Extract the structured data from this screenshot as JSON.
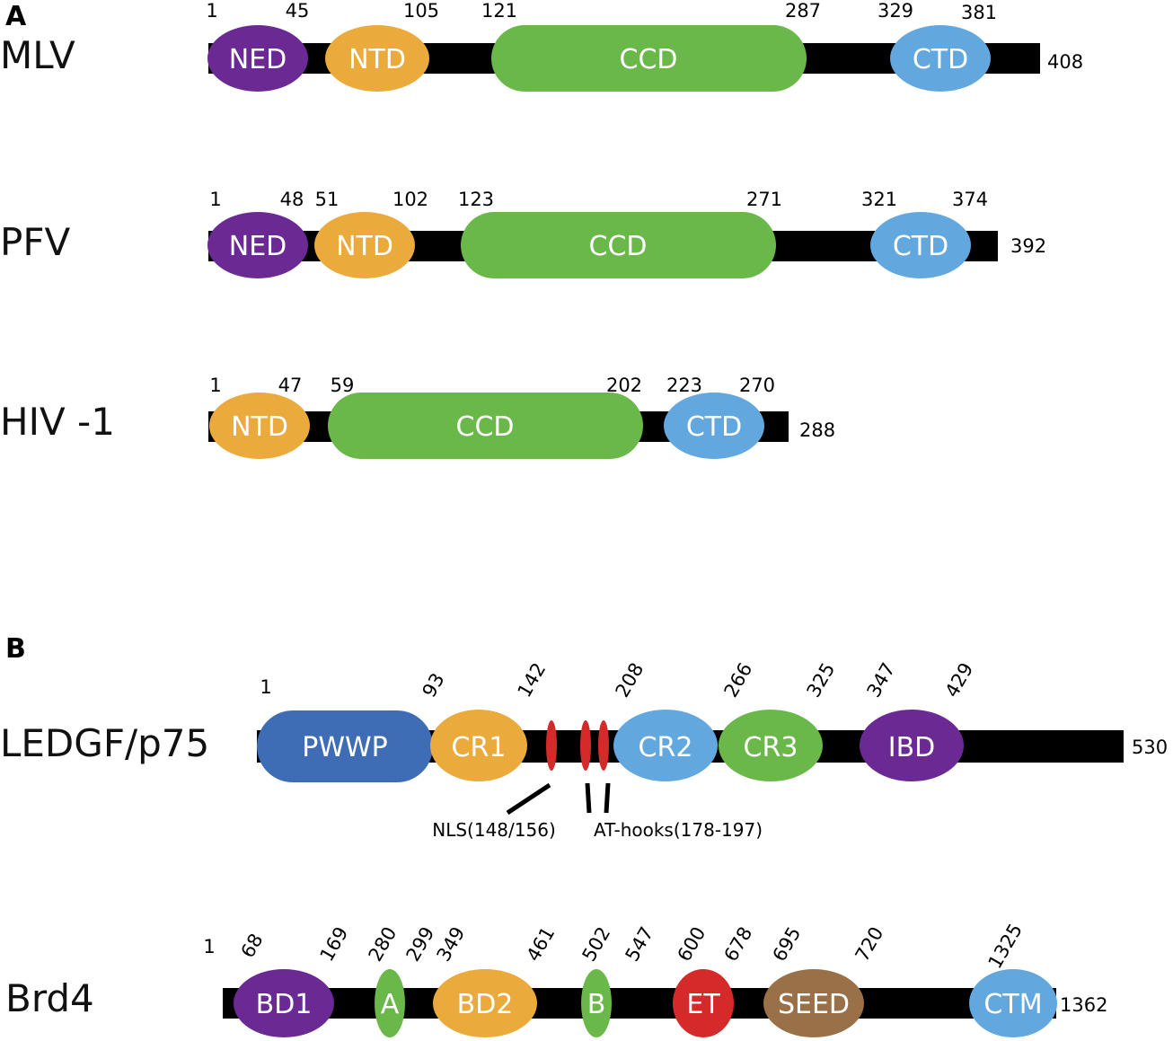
{
  "panels": [
    {
      "label": "A",
      "proteins": [
        {
          "name": "MLV",
          "length": "408",
          "domains": [
            {
              "label": "NED",
              "color": "#6B2A93",
              "start": "1",
              "end": "45"
            },
            {
              "label": "NTD",
              "color": "#EBAA3C",
              "start": "",
              "end": "105"
            },
            {
              "label": "CCD",
              "color": "#6BB84A",
              "start": "121",
              "end": "287"
            },
            {
              "label": "CTD",
              "color": "#62A8DE",
              "start": "329",
              "end": "381"
            }
          ]
        },
        {
          "name": "PFV",
          "length": "392",
          "domains": [
            {
              "label": "NED",
              "color": "#6B2A93",
              "start": "1",
              "end": "48"
            },
            {
              "label": "NTD",
              "color": "#EBAA3C",
              "start": "51",
              "end": "102"
            },
            {
              "label": "CCD",
              "color": "#6BB84A",
              "start": "123",
              "end": "271"
            },
            {
              "label": "CTD",
              "color": "#62A8DE",
              "start": "321",
              "end": "374"
            }
          ]
        },
        {
          "name": "HIV -1",
          "length": "288",
          "domains": [
            {
              "label": "NTD",
              "color": "#EBAA3C",
              "start": "1",
              "end": "47"
            },
            {
              "label": "CCD",
              "color": "#6BB84A",
              "start": "59",
              "end": "202"
            },
            {
              "label": "CTD",
              "color": "#62A8DE",
              "start": "223",
              "end": "270"
            }
          ]
        }
      ]
    },
    {
      "label": "B",
      "proteins": [
        {
          "name": "LEDGF/p75",
          "length": "530",
          "domains": [
            {
              "label": "PWWP",
              "color": "#3E6DB5",
              "start": "1",
              "end": "93"
            },
            {
              "label": "CR1",
              "color": "#EBAA3C",
              "start": "",
              "end": "142"
            },
            {
              "label": "CR2",
              "color": "#62A8DE",
              "start": "208",
              "end": ""
            },
            {
              "label": "CR3",
              "color": "#6BB84A",
              "start": "266",
              "end": "325"
            },
            {
              "label": "IBD",
              "color": "#6B2A93",
              "start": "347",
              "end": "429"
            }
          ],
          "annotations": [
            {
              "label": "NLS(148/156)"
            },
            {
              "label": "AT-hooks(178-197)"
            }
          ]
        },
        {
          "name": "Brd4",
          "length": "1362",
          "domains": [
            {
              "label": "BD1",
              "color": "#6B2A93",
              "start": "68",
              "end": "169"
            },
            {
              "label": "A",
              "color": "#6BB84A",
              "start": "280",
              "end": "299"
            },
            {
              "label": "BD2",
              "color": "#EBAA3C",
              "start": "349",
              "end": "461"
            },
            {
              "label": "B",
              "color": "#6BB84A",
              "start": "502",
              "end": "547"
            },
            {
              "label": "ET",
              "color": "#D42A2A",
              "start": "600",
              "end": "678"
            },
            {
              "label": "SEED",
              "color": "#9A7048",
              "start": "695",
              "end": "720"
            },
            {
              "label": "CTM",
              "color": "#62A8DE",
              "start": "1325",
              "end": ""
            }
          ],
          "start_label": "1"
        }
      ]
    }
  ],
  "colors": {
    "backbone": "#000000",
    "hook": "#D42A2A"
  }
}
